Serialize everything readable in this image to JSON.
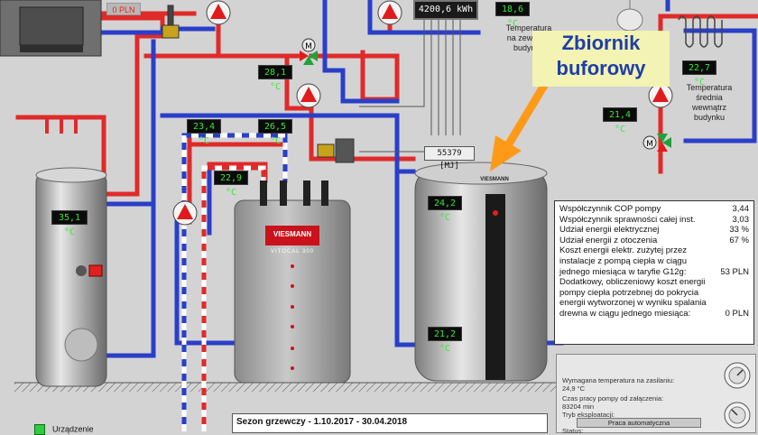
{
  "colors": {
    "hot": "#e02a2a",
    "cold": "#2a3fc8",
    "lcd_text": "#37e636",
    "callout_text": "#1f3ea8",
    "arrow": "#ff9a18"
  },
  "top_price": "0 PLN",
  "energy_meter": "4200,6 kWh",
  "mj_meter": "55379 [MJ]",
  "outdoor": {
    "value": "18,6 °C",
    "label_lines": [
      "Temperatura",
      "na zewnątrz",
      "budynku"
    ]
  },
  "indoor": {
    "value": "22,7 °C",
    "label_lines": [
      "Temperatura",
      "średnia",
      "wewnątrz",
      "budynku"
    ]
  },
  "temps": {
    "mixer_top": "28,1 °C",
    "pipe_left": "23,4 °C",
    "pipe_right": "26,5 °C",
    "heatpump_return": "22,9 °C",
    "dhw_tank": "35,1 °C",
    "buffer_top": "24,2 °C",
    "buffer_bottom": "21,2 °C",
    "right_circuit": "21,4 °C"
  },
  "callout": {
    "line1": "Zbiornik",
    "line2": "buforowy"
  },
  "heatpump": {
    "brand": "VIESMANN",
    "model": "VITOCAL 300"
  },
  "buffer_brand": "VIESMANN",
  "info_rows": [
    {
      "label": "Współczynnik COP pompy",
      "value": "3,44"
    },
    {
      "label": "Współczynnik sprawności całej inst.",
      "value": "3,03"
    },
    {
      "label": "Udział energii elektrycznej",
      "value": "33 %"
    },
    {
      "label": "Udział energii z otoczenia",
      "value": "67 %"
    },
    {
      "label": "Koszt energii elektr. zużytej przez",
      "value": ""
    },
    {
      "label": "instalacje z pompą ciepła w ciągu",
      "value": ""
    },
    {
      "label": "jednego miesiąca w taryfie G12g:",
      "value": "53 PLN"
    },
    {
      "label": "Dodatkowy, obliczeniowy koszt energii",
      "value": ""
    },
    {
      "label": "pompy ciepła potrzebnej do pokrycia",
      "value": ""
    },
    {
      "label": "energii wytworzonej w wyniku spalania",
      "value": ""
    },
    {
      "label": "drewna w ciągu jednego miesiąca:",
      "value": "0 PLN"
    }
  ],
  "controller": {
    "line1": "Wymagana temperatura na zasilaniu:",
    "line2": "24,9 °C",
    "line3": "Czas pracy pompy od załączenia:",
    "line4": "83204 min",
    "line5": "Tryb eksploatacji:",
    "mode": "Praca automatyczna",
    "line6": "Status:"
  },
  "season": "Sezon grzewczy - 1.10.2017 - 30.04.2018",
  "legend": "Urządzenie"
}
